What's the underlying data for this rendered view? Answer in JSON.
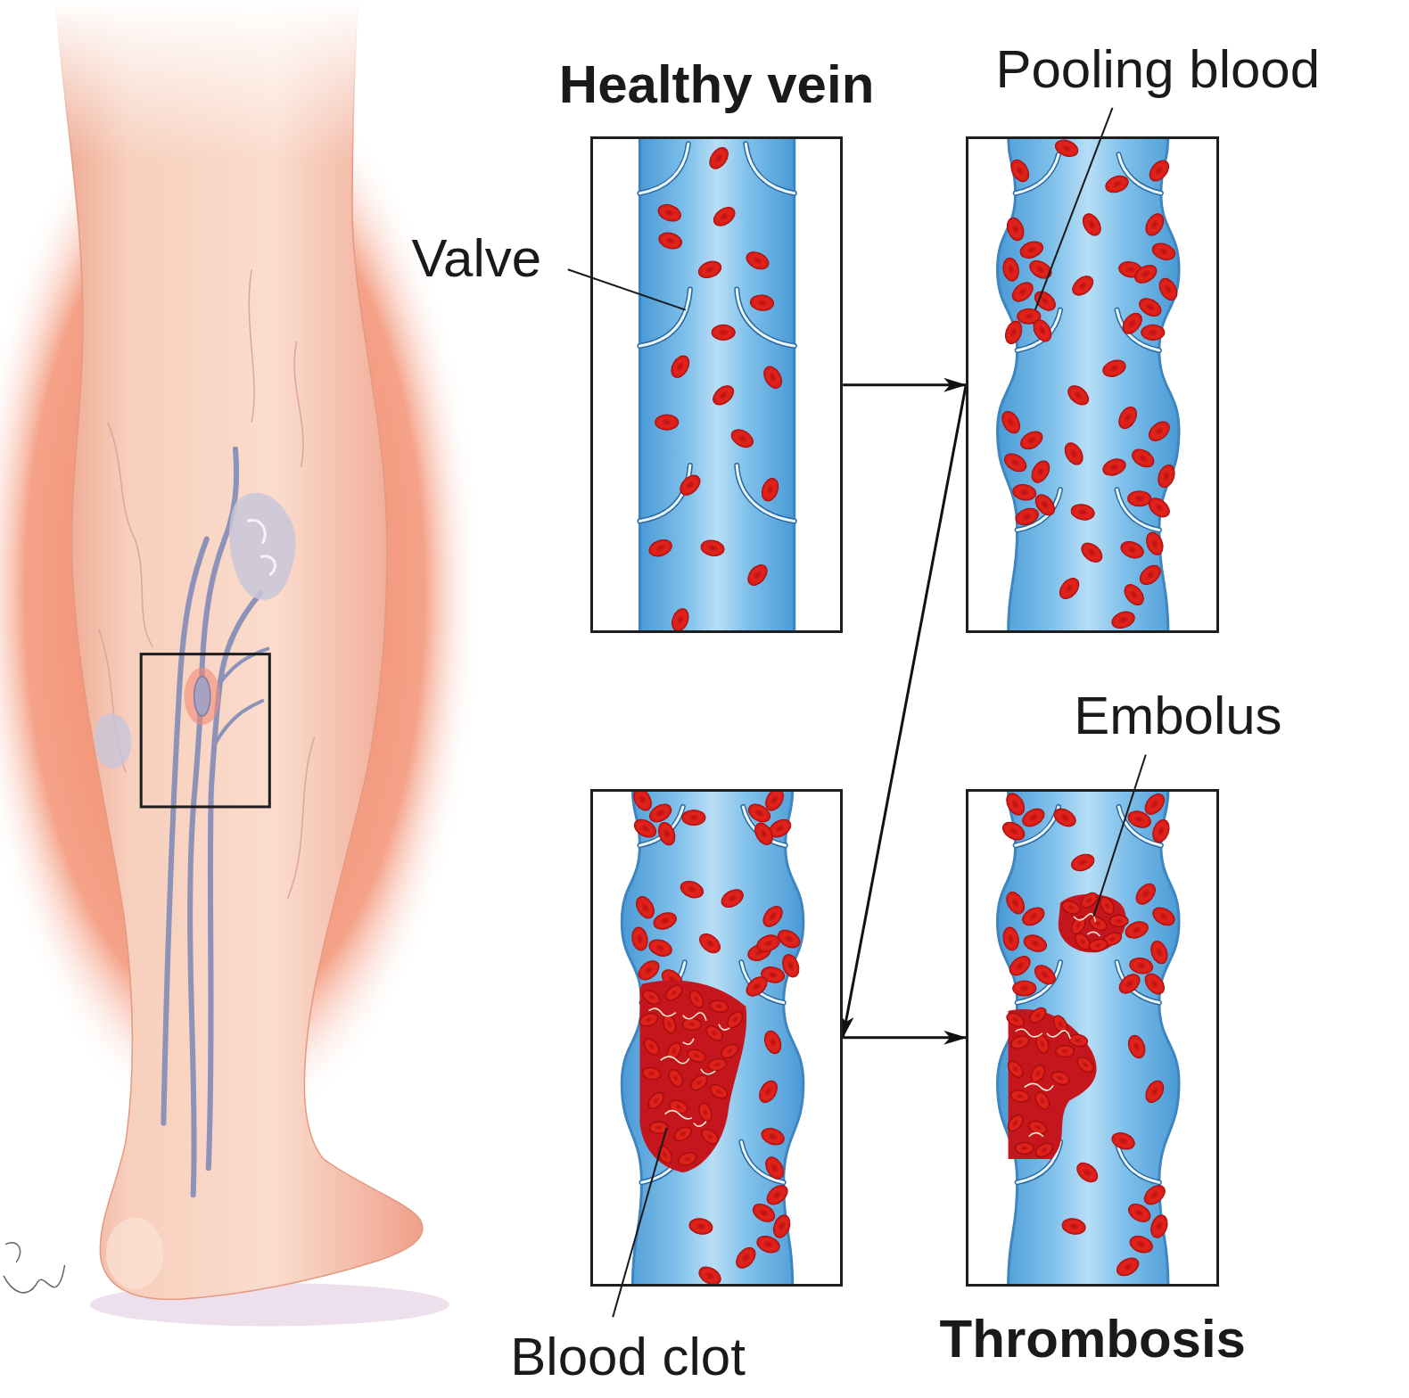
{
  "diagram": {
    "nodes": [
      {
        "text": [
          "Healthy vein"
        ]
      },
      {
        "text": [
          "Pooling blood"
        ]
      },
      {
        "text": [
          "Blood clot"
        ]
      },
      {
        "text": [
          "Thrombosis"
        ]
      }
    ],
    "edges": [
      {
        "from": 0,
        "to": 1,
        "arrow": "to"
      },
      {
        "from": 1,
        "to": 2,
        "arrow": "to"
      },
      {
        "from": 2,
        "to": 3,
        "arrow": "to"
      }
    ],
    "labels": [
      "Valve",
      "Embolus"
    ]
  }
}
